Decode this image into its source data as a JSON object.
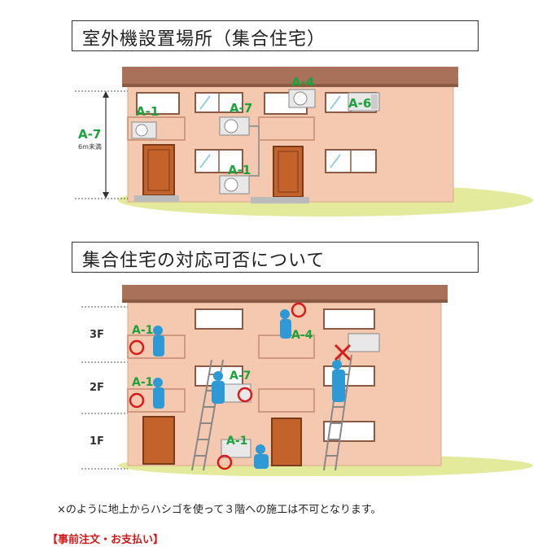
{
  "section1": {
    "title": "室外機設置場所（集合住宅）",
    "labels": {
      "a1_top": "A-1",
      "a7_top": "A-7",
      "a4_top": "A-4",
      "a6_top": "A-6",
      "a1_mid": "A-1",
      "a7_left": "A-7",
      "height_note": "6m未満"
    }
  },
  "section2": {
    "title": "集合住宅の対応可否について",
    "floors": [
      "3F",
      "2F",
      "1F"
    ],
    "labels": {
      "a1_3f": "A-1",
      "a4_3f": "A-4",
      "a1_2f": "A-1",
      "a7_2f": "A-7",
      "a1_1f": "A-1"
    }
  },
  "note": "×のように地上からハシゴを使って３階への施工は不可となります。",
  "order_note": "【事前注文・お支払い】",
  "colors": {
    "label_green": "#1aa33a",
    "wall": "#f5c9b0",
    "roof": "#a9715a",
    "grass": "#e4ea9c",
    "worker_blue": "#2d9ad6",
    "mark_red": "#d91a1a"
  }
}
